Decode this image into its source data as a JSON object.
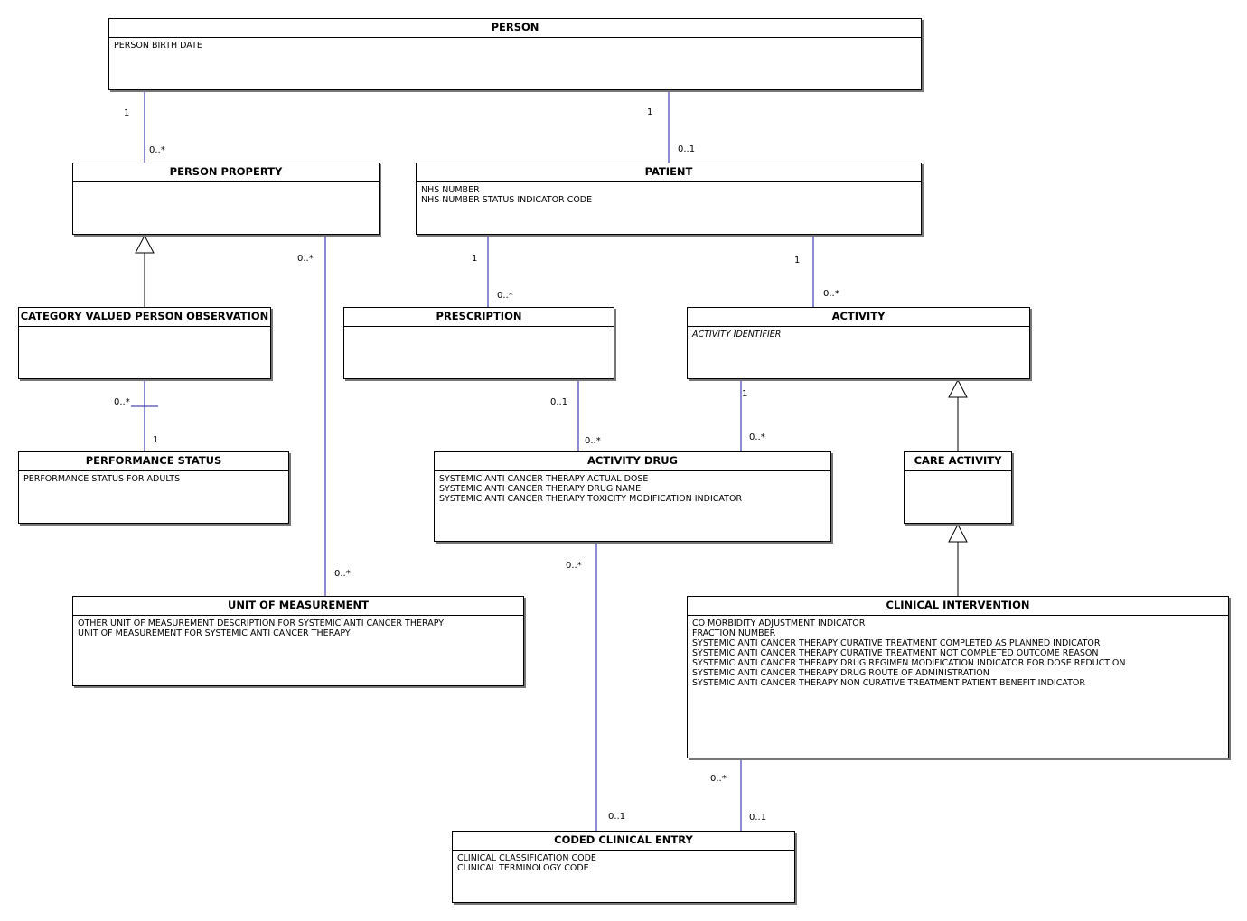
{
  "entities": {
    "person": {
      "name": "PERSON",
      "attributes": [
        "PERSON BIRTH DATE"
      ]
    },
    "person_property": {
      "name": "PERSON PROPERTY",
      "attributes": []
    },
    "patient": {
      "name": "PATIENT",
      "attributes": [
        "NHS NUMBER",
        "NHS NUMBER STATUS INDICATOR CODE"
      ]
    },
    "category_valued_person_observation": {
      "name": "CATEGORY VALUED PERSON OBSERVATION",
      "attributes": []
    },
    "prescription": {
      "name": "PRESCRIPTION",
      "attributes": []
    },
    "activity": {
      "name": "ACTIVITY",
      "attributes": [
        "ACTIVITY IDENTIFIER"
      ]
    },
    "performance_status": {
      "name": "PERFORMANCE STATUS",
      "attributes": [
        "PERFORMANCE STATUS FOR ADULTS"
      ]
    },
    "activity_drug": {
      "name": "ACTIVITY DRUG",
      "attributes": [
        "SYSTEMIC ANTI CANCER THERAPY ACTUAL DOSE",
        "SYSTEMIC ANTI CANCER THERAPY DRUG NAME",
        "SYSTEMIC ANTI CANCER THERAPY TOXICITY MODIFICATION INDICATOR"
      ]
    },
    "care_activity": {
      "name": "CARE ACTIVITY",
      "attributes": []
    },
    "unit_of_measurement": {
      "name": "UNIT OF MEASUREMENT",
      "attributes": [
        "OTHER UNIT OF MEASUREMENT DESCRIPTION FOR SYSTEMIC ANTI CANCER THERAPY",
        "UNIT OF MEASUREMENT FOR SYSTEMIC ANTI CANCER THERAPY"
      ]
    },
    "clinical_intervention": {
      "name": "CLINICAL INTERVENTION",
      "attributes": [
        "CO MORBIDITY ADJUSTMENT INDICATOR",
        "FRACTION NUMBER",
        "SYSTEMIC ANTI CANCER THERAPY CURATIVE TREATMENT COMPLETED AS PLANNED INDICATOR",
        "SYSTEMIC ANTI CANCER THERAPY CURATIVE TREATMENT NOT COMPLETED OUTCOME REASON",
        "SYSTEMIC ANTI CANCER THERAPY DRUG REGIMEN MODIFICATION INDICATOR FOR DOSE REDUCTION",
        "SYSTEMIC ANTI CANCER THERAPY DRUG ROUTE OF ADMINISTRATION",
        "SYSTEMIC ANTI CANCER THERAPY NON CURATIVE TREATMENT PATIENT BENEFIT INDICATOR"
      ]
    },
    "coded_clinical_entry": {
      "name": "CODED CLINICAL ENTRY",
      "attributes": [
        "CLINICAL CLASSIFICATION CODE",
        "CLINICAL TERMINOLOGY CODE"
      ]
    }
  },
  "associations": [
    {
      "from": "person",
      "to": "person_property",
      "from_mult": "1",
      "to_mult": "0..*"
    },
    {
      "from": "person",
      "to": "patient",
      "from_mult": "1",
      "to_mult": "0..1"
    },
    {
      "from": "patient",
      "to": "prescription",
      "from_mult": "1",
      "to_mult": "0..*"
    },
    {
      "from": "patient",
      "to": "activity",
      "from_mult": "1",
      "to_mult": "0..*"
    },
    {
      "from": "category_valued_person_observation",
      "to": "performance_status",
      "from_mult": "0..*",
      "to_mult": "1"
    },
    {
      "from": "person_property",
      "to": "unit_of_measurement",
      "from_mult": "0..*",
      "to_mult": "0..*"
    },
    {
      "from": "prescription",
      "to": "activity_drug",
      "from_mult": "0..1",
      "to_mult": "0..*"
    },
    {
      "from": "activity",
      "to": "activity_drug",
      "from_mult": "1",
      "to_mult": "0..*"
    },
    {
      "from": "activity_drug",
      "to": "coded_clinical_entry",
      "from_mult": "0..*",
      "to_mult": "0..1"
    },
    {
      "from": "clinical_intervention",
      "to": "coded_clinical_entry",
      "from_mult": "0..*",
      "to_mult": "0..1"
    }
  ],
  "generalizations": [
    {
      "child": "category_valued_person_observation",
      "parent": "person_property"
    },
    {
      "child": "care_activity",
      "parent": "activity"
    },
    {
      "child": "clinical_intervention",
      "parent": "care_activity"
    }
  ],
  "colors": {
    "association_line": "#1a1aa6",
    "generalization_line": "#000000",
    "border": "#000000",
    "shadow": "#777777"
  }
}
